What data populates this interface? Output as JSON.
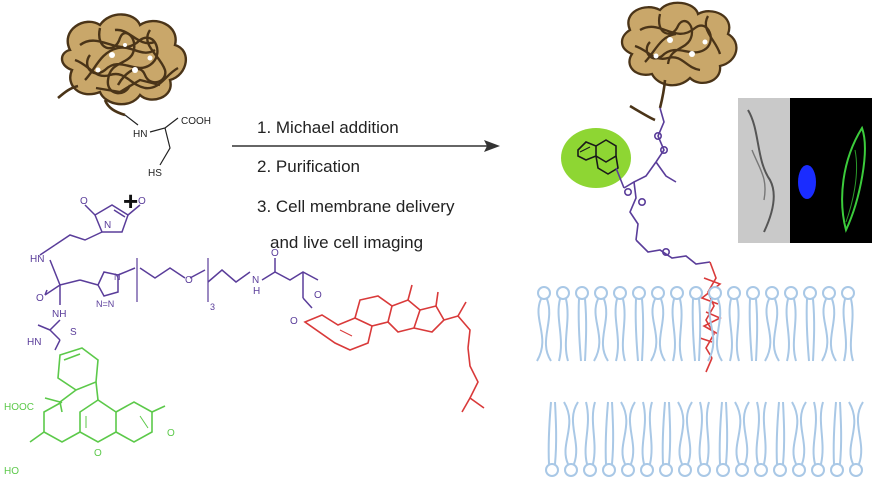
{
  "colors": {
    "protein": "#c9a76a",
    "protein_stroke": "#4a3418",
    "linker": "#5a3d9a",
    "cholesterol": "#d93a3a",
    "fluorescein": "#5cc94a",
    "fluorophore_ellipse": "#8ed633",
    "membrane": "#a9c8e6",
    "text": "#222222",
    "panel_dark": "#000000",
    "panel_blue": "#1a2cff",
    "panel_green": "#3ccc3c"
  },
  "reaction": {
    "steps": [
      "1. Michael addition",
      "2. Purification",
      "3. Cell membrane delivery",
      "and live cell imaging"
    ],
    "plus": "+"
  },
  "labels": {
    "cysteine": {
      "cooh": "COOH",
      "nh": "HN",
      "sh": "HS"
    },
    "linker": {
      "maleimide_n": "N",
      "maleimide_o_top": "O",
      "maleimide_o_bottom": "O",
      "hn": "HN",
      "o_amide": "O",
      "nh_thio": "NH",
      "s": "S",
      "hn_thio": "HN",
      "triazole": "N",
      "triazole_n": "N=N",
      "peg_o": "O",
      "peg_sub": "3",
      "amide_nh": "N",
      "amide_h": "H",
      "o_succ1": "O",
      "o_succ2": "O",
      "o_ester": "O"
    },
    "fluorescein": {
      "hooc": "HOOC",
      "o_ketone": "O",
      "o_ring": "O",
      "ho": "HO"
    }
  }
}
